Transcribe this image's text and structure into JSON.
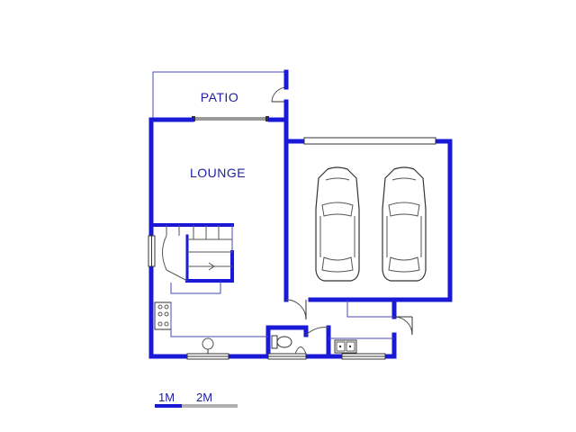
{
  "rooms": {
    "patio": "PATIO",
    "lounge": "LOUNGE"
  },
  "scale_bar": {
    "label_1": "1M",
    "label_2": "2M"
  },
  "colors": {
    "wall": "#1a1ad6",
    "label": "#2020a0",
    "thin_line": "#4a4ab8",
    "scale_dark": "#1a1ad6",
    "scale_light": "#b0b0b0"
  },
  "icons": [
    "car-icon",
    "stove-icon",
    "toilet-icon",
    "basin-icon",
    "sink-icon",
    "staircase-icon",
    "door-swing-icon"
  ]
}
